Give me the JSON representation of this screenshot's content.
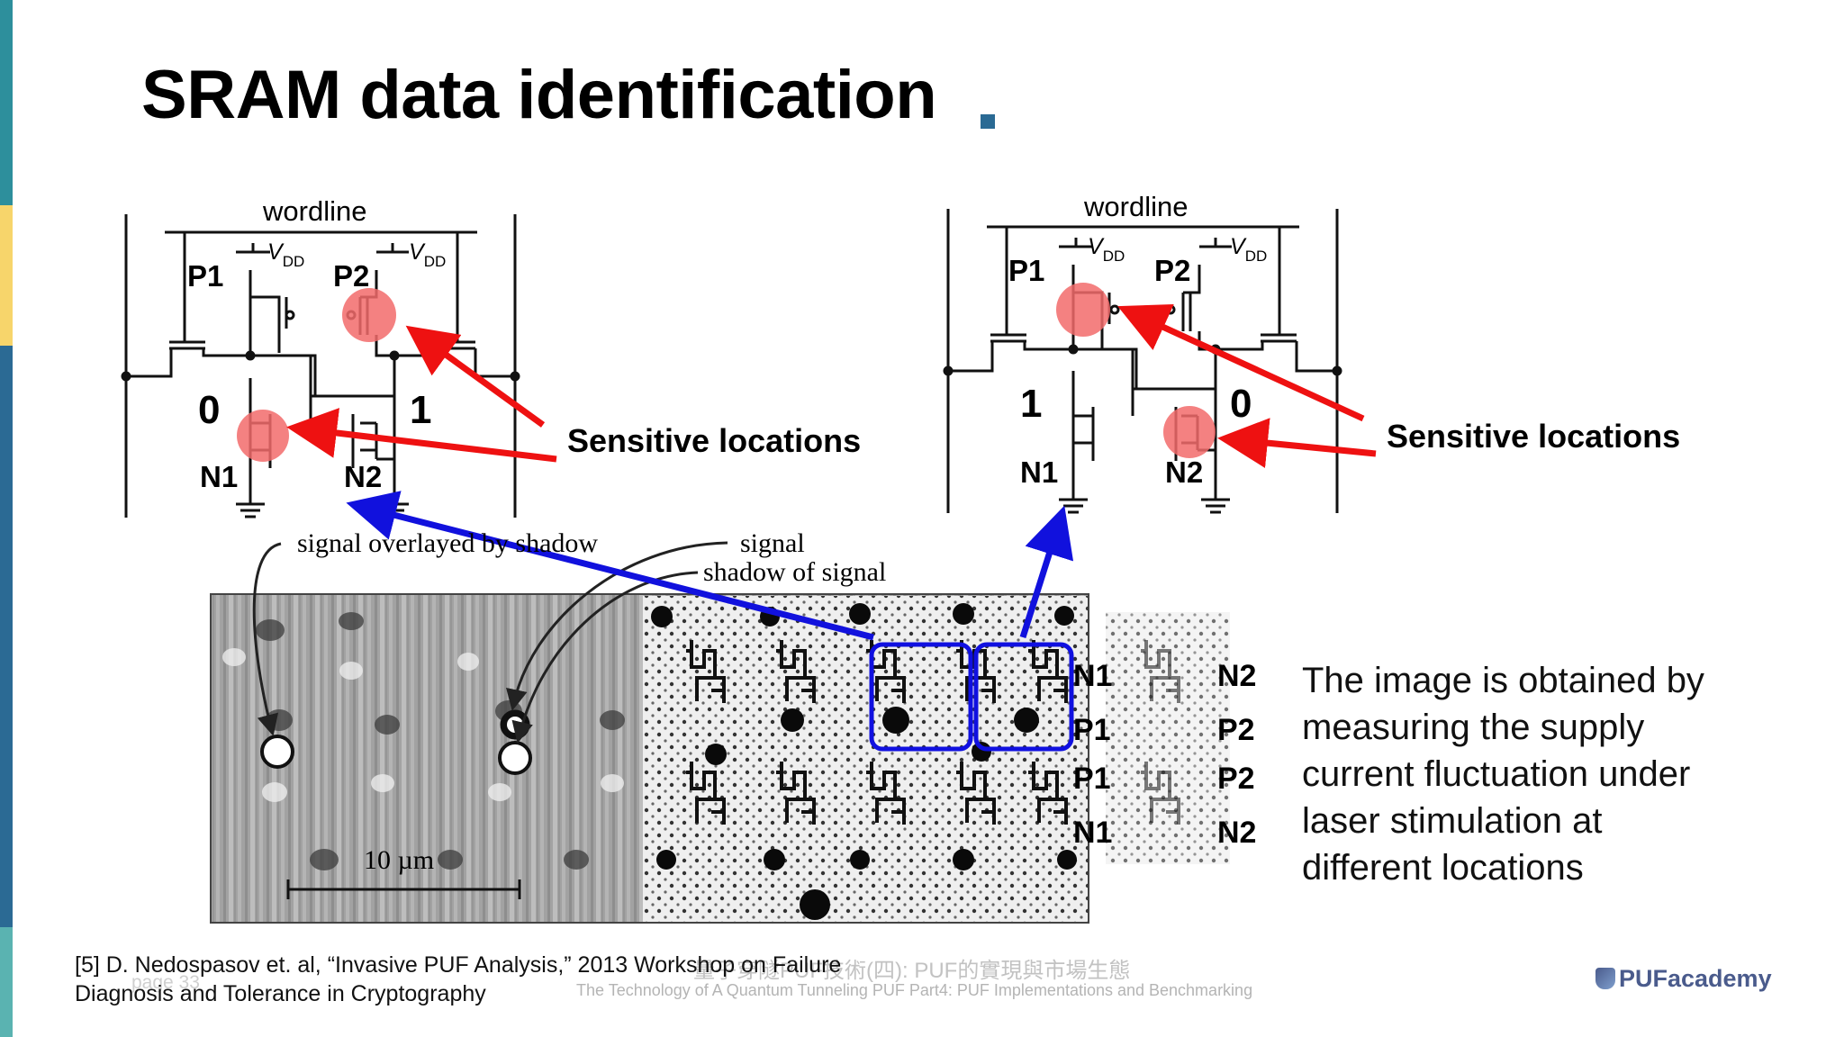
{
  "slide": {
    "title": "SRAM data identification",
    "accent_color": "#2a6a94",
    "sidebar_colors": [
      "#2d8f9c",
      "#f7d56b",
      "#2b6a94",
      "#5ab3b1"
    ]
  },
  "circuit_left": {
    "wordline": "wordline",
    "vdd": "V",
    "vdd_sub": "DD",
    "p1": "P1",
    "p2": "P2",
    "n1": "N1",
    "n2": "N2",
    "node_left": "0",
    "node_right": "1",
    "sensitive": "Sensitive locations"
  },
  "circuit_right": {
    "wordline": "wordline",
    "vdd": "V",
    "vdd_sub": "DD",
    "p1": "P1",
    "p2": "P2",
    "n1": "N1",
    "n2": "N2",
    "node_left": "1",
    "node_right": "0",
    "sensitive": "Sensitive locations"
  },
  "micrograph": {
    "label_overlay": "signal overlayed by shadow",
    "label_signal": "signal",
    "label_shadow": "shadow of signal",
    "scale": "10 µm",
    "row_labels_left": [
      "N1",
      "P1",
      "P1",
      "N1"
    ],
    "row_labels_right": [
      "N2",
      "P2",
      "P2",
      "N2"
    ]
  },
  "description": [
    "The image is obtained by",
    "measuring the supply",
    "current fluctuation under",
    "laser stimulation at",
    "different locations"
  ],
  "reference": [
    "[5] D. Nedospasov et. al, “Invasive PUF Analysis,” 2013 Workshop on Failure",
    "Diagnosis and Tolerance in Cryptography"
  ],
  "page_number": "page 33",
  "watermark_cn": "量子穿隧PUF技術(四): PUF的實現與市場生態",
  "watermark_en": "The Technology of A Quantum Tunneling PUF Part4: PUF Implementations and Benchmarking",
  "logo": "PUFacademy",
  "colors": {
    "highlight": "#f26b6b",
    "arrow_red": "#ee1111",
    "arrow_blue": "#1111dd",
    "box_blue": "#1010e0"
  }
}
